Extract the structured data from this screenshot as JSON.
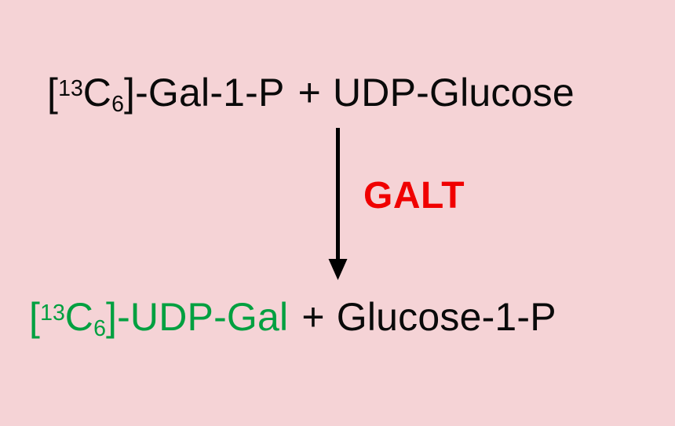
{
  "figure": {
    "kind": "reaction-scheme",
    "background_color": "#F5D3D6"
  },
  "reaction": {
    "substrate_row": {
      "reactant_1": {
        "label": "[13C6]-Gal-1-P",
        "bracket_open": "[",
        "isotope_superscript": "13",
        "element": "C",
        "isotope_subscript": "6",
        "bracket_close": "]",
        "suffix": "-Gal-1-P",
        "color": "#0A0A0A"
      },
      "operator": "+",
      "reactant_2": {
        "label": "UDP-Glucose",
        "color": "#0A0A0A"
      }
    },
    "enzyme": {
      "name": "GALT",
      "color": "#F00000"
    },
    "arrow": {
      "direction": "down",
      "color": "#000000"
    },
    "product_row": {
      "product_1": {
        "label": "[13C6]-UDP-Gal",
        "bracket_open": "[",
        "isotope_superscript": "13",
        "element": "C",
        "isotope_subscript": "6",
        "bracket_close": "]",
        "suffix": "-UDP-Gal",
        "color": "#00A040"
      },
      "operator": "+",
      "product_2": {
        "label": "Glucose-1-P",
        "color": "#0A0A0A"
      }
    }
  }
}
